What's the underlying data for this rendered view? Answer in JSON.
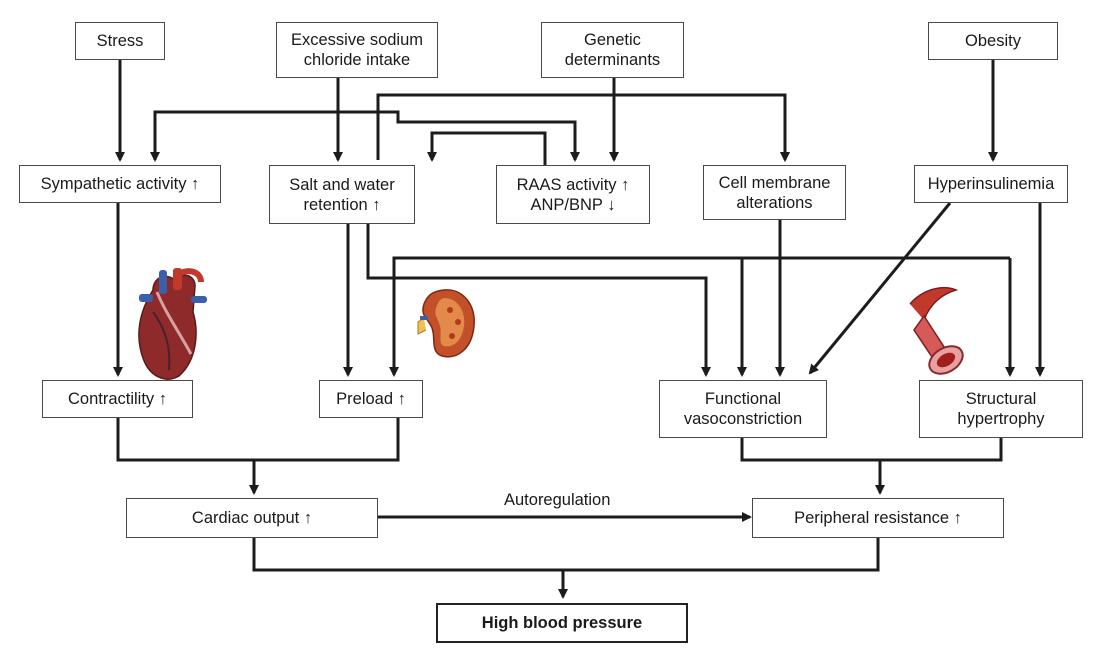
{
  "nodes": {
    "stress": "Stress",
    "sodium": "Excessive sodium\nchloride intake",
    "genetic": "Genetic\ndeterminants",
    "obesity": "Obesity",
    "sympathetic": "Sympathetic activity ↑",
    "salt_water": "Salt and water\nretention ↑",
    "raas": "RAAS activity ↑\nANP/BNP ↓",
    "cell_membrane": "Cell membrane\nalterations",
    "hyperinsulinemia": "Hyperinsulinemia",
    "contractility": "Contractility ↑",
    "preload": "Preload ↑",
    "functional": "Functional\nvasoconstriction",
    "structural": "Structural\nhypertrophy",
    "cardiac_output": "Cardiac output ↑",
    "peripheral": "Peripheral resistance ↑",
    "high_bp": "High blood pressure"
  },
  "edge_labels": {
    "autoregulation": "Autoregulation"
  },
  "colors": {
    "line": "#1c1c1c",
    "box_border": "#4a4a4a",
    "heart_red": "#c0392b",
    "heart_blue": "#3b5fa8",
    "kidney": "#c4502a",
    "vessel": "#c0392b"
  },
  "icons": [
    "heart-illustration",
    "kidney-illustration",
    "blood-vessel-illustration"
  ]
}
